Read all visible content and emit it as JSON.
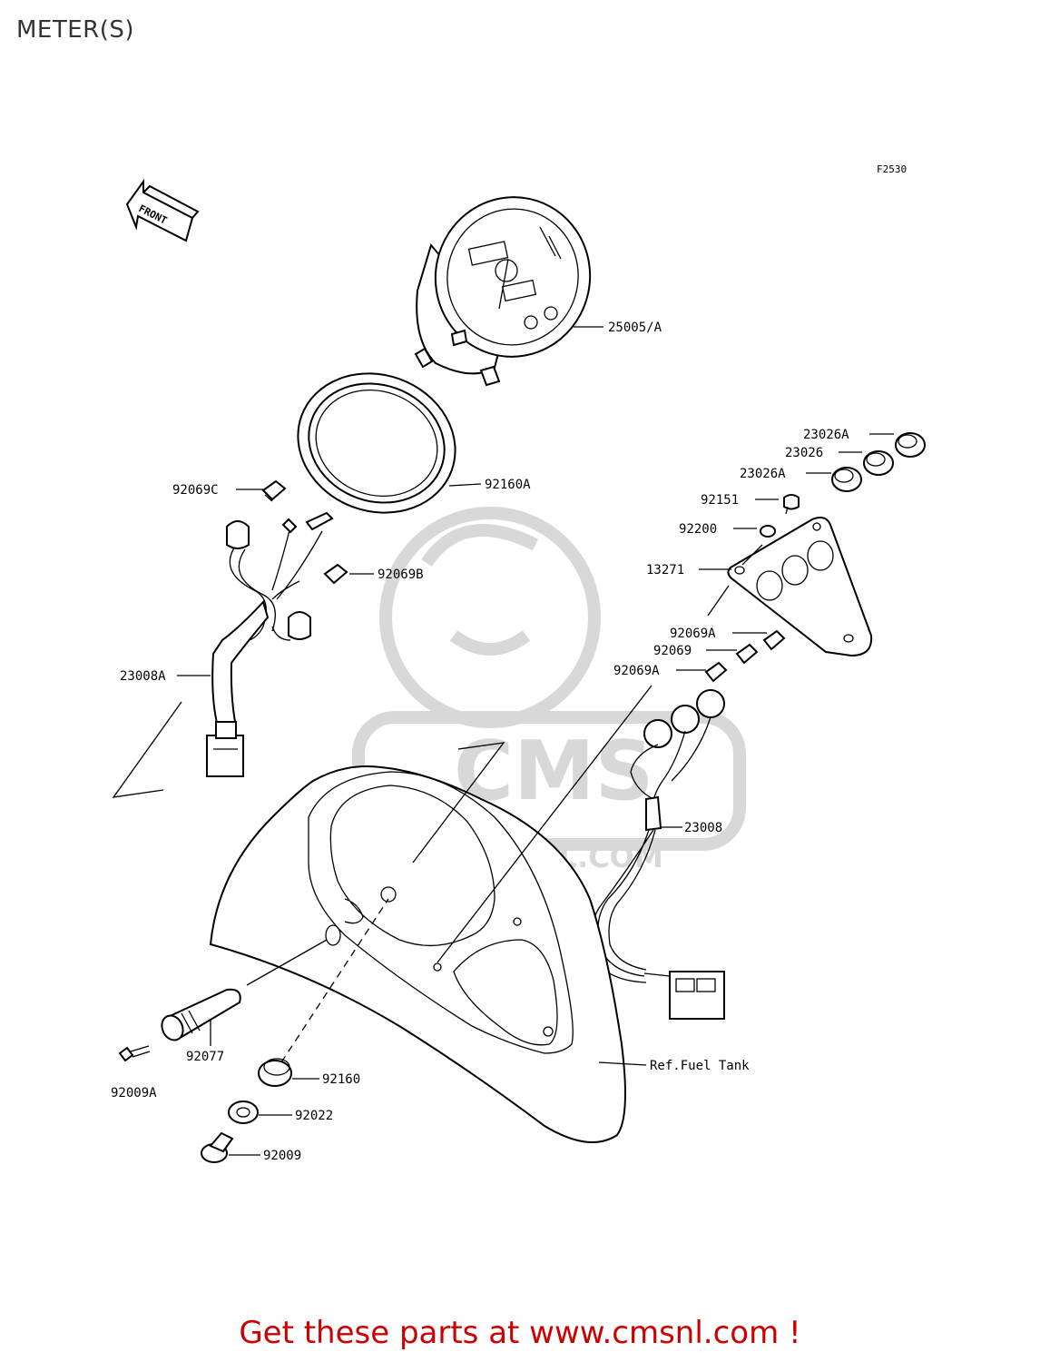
{
  "title": "METER(S)",
  "figure_code": "F2530",
  "front_label": "FRONT",
  "watermark": {
    "brand": "CMS",
    "url": "WWW.CMSNL.COM"
  },
  "promo": "Get these parts at www.cmsnl.com !",
  "labels": {
    "l25005A": "25005/A",
    "l92160A": "92160A",
    "l92069C": "92069C",
    "l92069B": "92069B",
    "l23008A": "23008A",
    "l23026A_top": "23026A",
    "l23026": "23026",
    "l23026A_bot": "23026A",
    "l92151": "92151",
    "l92200": "92200",
    "l13271": "13271",
    "l92069A_top": "92069A",
    "l92069": "92069",
    "l92069A_bot": "92069A",
    "l23008": "23008",
    "l92077": "92077",
    "l92009A": "92009A",
    "l92160": "92160",
    "l92022": "92022",
    "l92009": "92009",
    "lRef": "Ref.Fuel Tank"
  }
}
